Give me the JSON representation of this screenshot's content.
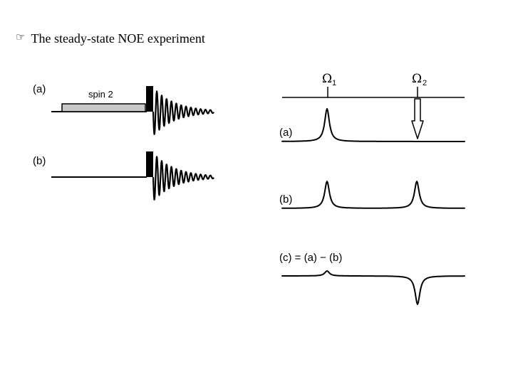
{
  "slide": {
    "title": "The steady-state NOE experiment",
    "bullet_icon": "pointing-hand-icon"
  },
  "pulse_sequence": {
    "a_label": "(a)",
    "b_label": "(b)",
    "saturation_label": "spin 2",
    "saturation_block_color": "#c8c8c8"
  },
  "spectra": {
    "peak1_symbol": "Ω",
    "peak1_subscript": "1",
    "peak2_symbol": "Ω",
    "peak2_subscript": "2",
    "a_label": "(a)",
    "b_label": "(b)",
    "c_label": "(c) = (a) − (b)"
  }
}
